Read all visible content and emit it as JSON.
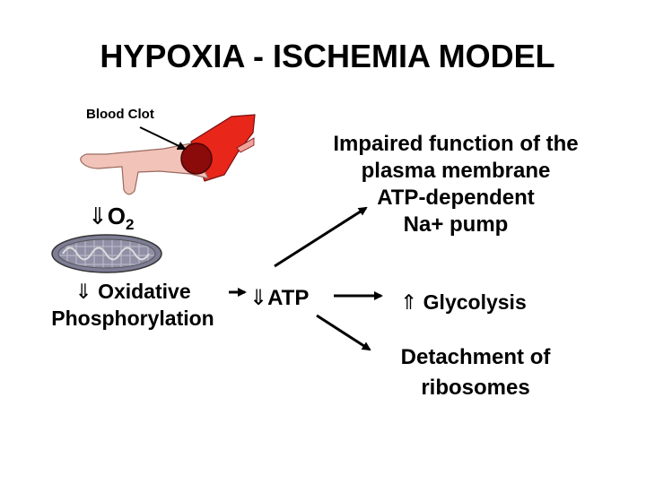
{
  "title": "HYPOXIA - ISCHEMIA MODEL",
  "labels": {
    "blood_clot": "Blood Clot",
    "o2_arrow": "⇓",
    "o2_main": "O",
    "o2_sub": "2",
    "oxphos_arrow": "⇓",
    "oxphos_line1": "Oxidative",
    "oxphos_line2": "Phosphorylation",
    "atp_arrow": "⇓",
    "atp": "ATP",
    "glyco_arrow": "⇑",
    "glycolysis": "Glycolysis",
    "membrane_line1": "Impaired function of the",
    "membrane_line2": "plasma membrane",
    "membrane_line3": "ATP-dependent",
    "membrane_line4": "Na+ pump",
    "detach_line1": "Detachment of",
    "detach_line2": "ribosomes"
  },
  "colors": {
    "clot": "#8b0a0a",
    "vessel_red": "#e8261a",
    "vessel_pink": "#f2c3b8",
    "mito_fill": "#8a8aa0"
  },
  "icons": [
    "blood-vessel-illustration",
    "blood-clot-icon",
    "mitochondrion-icon"
  ]
}
